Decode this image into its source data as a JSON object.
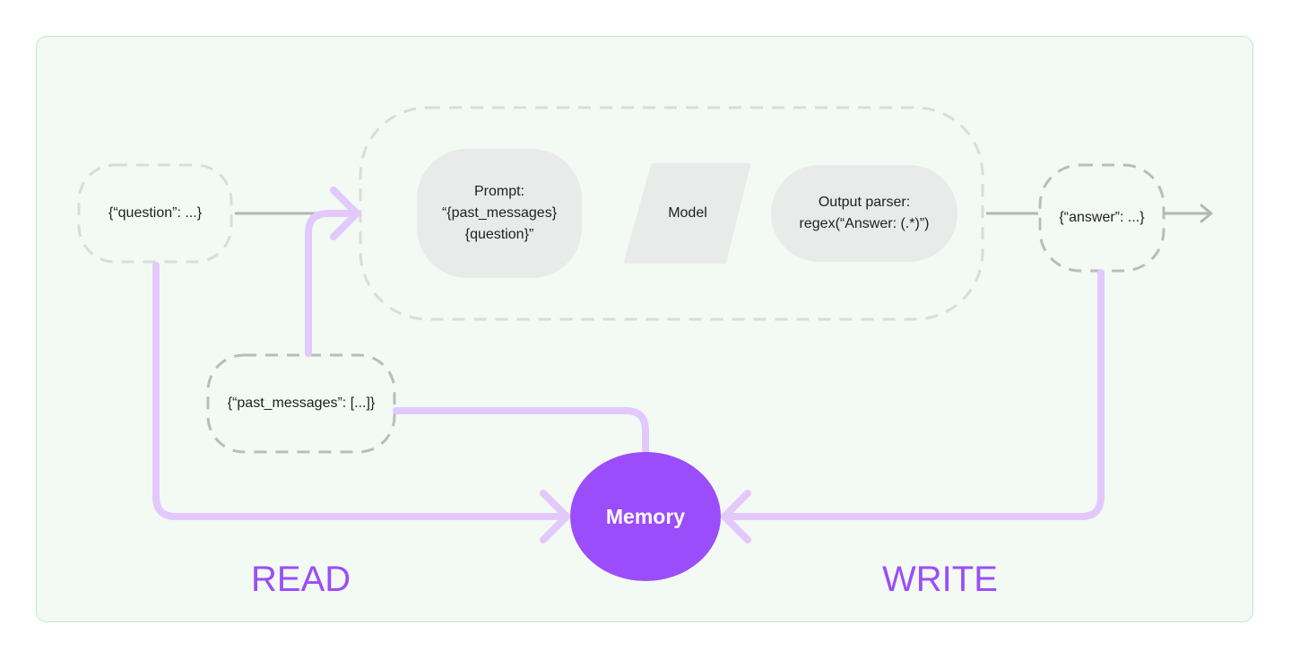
{
  "diagram": {
    "input_node": "{“question”: ...}",
    "prompt": {
      "line1": "Prompt:",
      "line2": "“{past_messages}",
      "line3": "{question}”"
    },
    "model": "Model",
    "output_parser": {
      "line1": "Output parser:",
      "line2": "regex(“Answer: (.*)”)"
    },
    "output_node": "{“answer”: ...}",
    "past_messages_node": "{“past_messages”: [...]}",
    "memory": "Memory",
    "read_label": "READ",
    "write_label": "WRITE"
  },
  "colors": {
    "panel_bg": "#f2faf3",
    "panel_border": "#bfe8c8",
    "gray_line": "#b3b7b3",
    "dashed_light": "#dadcda",
    "dashed_dark": "#b9bdb9",
    "purple_light": "#e3c9fb",
    "memory_fill": "#9b4dfb",
    "label_purple": "#9b4dfb",
    "step_fill": "#e9eaea"
  }
}
